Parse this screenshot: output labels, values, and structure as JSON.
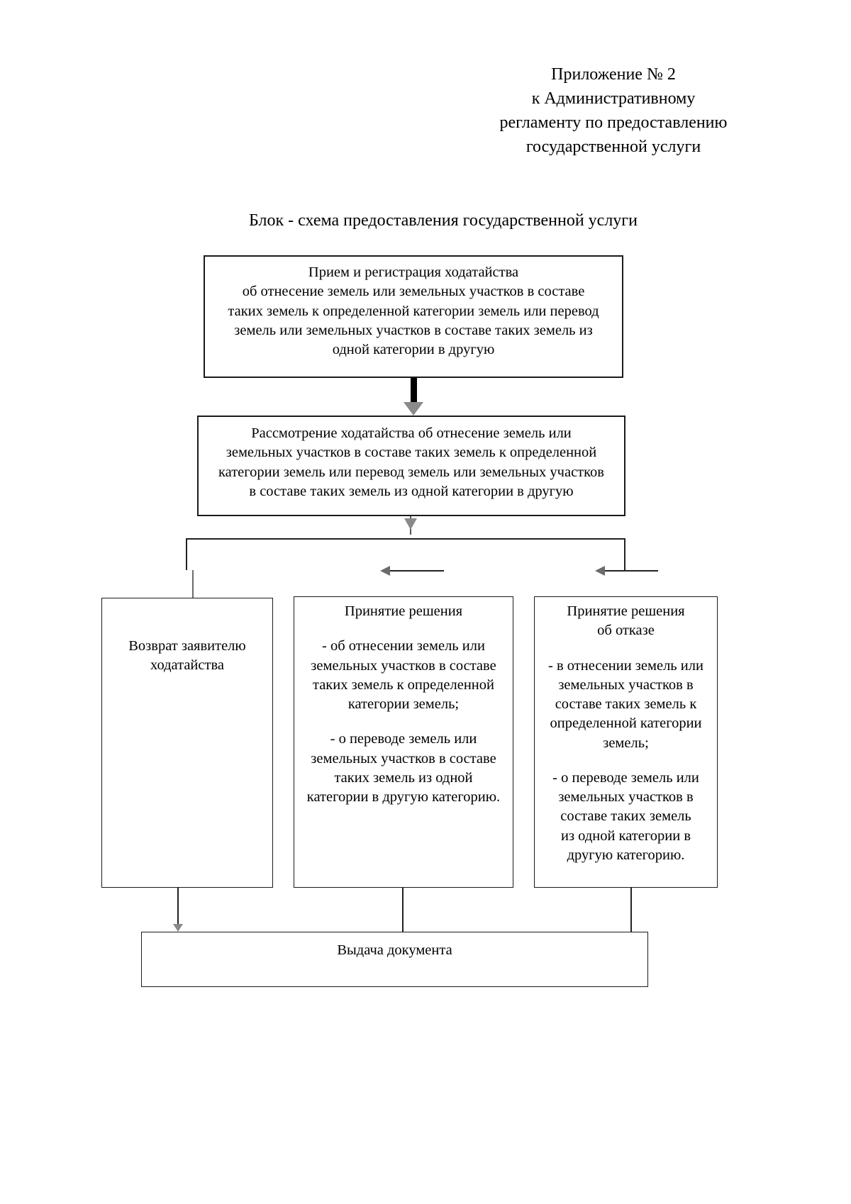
{
  "header": {
    "lines": [
      "Приложение № 2",
      "к Административному",
      "регламенту по предоставлению",
      "государственной услуги"
    ]
  },
  "diagram": {
    "title": "Блок - схема предоставления государственной услуги",
    "nodes": {
      "intake": {
        "name": "Прием и регистрация ходатайства",
        "lines": [
          "Прием и регистрация ходатайства",
          "об отнесение земель или земельных участков в составе",
          "таких земель к определенной категории земель или перевод",
          "земель или земельных участков в составе таких земель из",
          "одной категории в другую"
        ]
      },
      "review": {
        "name": "Рассмотрение ходатайства",
        "lines": [
          "Рассмотрение ходатайства об отнесение земель или",
          "земельных участков в составе таких земель к определенной",
          "категории земель или перевод земель или земельных участков",
          "в составе таких земель из одной категории в другую"
        ]
      },
      "return": {
        "name": "Возврат заявителю ходатайства",
        "lines": [
          "Возврат заявителю",
          "ходатайства"
        ]
      },
      "decision": {
        "name": "Принятие решения",
        "heading": [
          "Принятие решения"
        ],
        "body_first": [
          "- об отнесении земель или",
          "земельных участков в составе",
          "таких земель к определенной",
          "категории земель;"
        ],
        "body_second": [
          "- о переводе земель или",
          "земельных участков в составе",
          "таких земель из одной",
          "категории в другую категорию."
        ]
      },
      "refusal": {
        "name": "Принятие решения об отказе",
        "heading": [
          "Принятие решения",
          "об отказе"
        ],
        "body_first": [
          "- в отнесении земель или",
          "земельных участков в",
          "составе таких земель к",
          "определенной категории",
          "земель;"
        ],
        "body_second": [
          "- о переводе земель или",
          "земельных участков в",
          "составе таких земель",
          "из одной категории в",
          "другую категорию."
        ]
      },
      "issue": {
        "name": "Выдача документа",
        "lines": [
          "Выдача документа"
        ]
      }
    }
  },
  "chart_data": {
    "type": "diagram",
    "title": "Блок - схема предоставления государственной услуги",
    "orientation": "top-to-bottom",
    "nodes": [
      {
        "id": "intake",
        "label": "Прием и регистрация ходатайства об отнесение земель или земельных участков в составе таких земель к определенной категории земель или перевод земель или земельных участков в составе таких земель из одной категории в другую"
      },
      {
        "id": "review",
        "label": "Рассмотрение ходатайства об отнесение земель или земельных участков в составе таких земель к определенной категории земель или перевод земель или земельных участков в составе таких земель из одной категории в другую"
      },
      {
        "id": "return",
        "label": "Возврат заявителю ходатайства"
      },
      {
        "id": "decision",
        "label": "Принятие решения - об отнесении земель или земельных участков в составе таких земель к определенной категории земель; - о переводе земель или земельных участков в составе таких земель из одной категории в другую категорию."
      },
      {
        "id": "refusal",
        "label": "Принятие решения об отказе - в отнесении земель или земельных участков в составе таких земель к определенной категории земель; - о переводе земель или земельных участков в составе таких земель из одной категории в другую категорию."
      },
      {
        "id": "issue",
        "label": "Выдача документа"
      }
    ],
    "edges": [
      {
        "from": "intake",
        "to": "review",
        "style": "thick-arrow"
      },
      {
        "from": "review",
        "to": "branch-bus",
        "style": "arrow"
      },
      {
        "from": "branch-bus",
        "to": "return",
        "style": "arrow"
      },
      {
        "from": "branch-bus",
        "to": "decision",
        "style": "arrow"
      },
      {
        "from": "branch-bus",
        "to": "refusal",
        "style": "arrow"
      },
      {
        "from": "return",
        "to": "issue",
        "style": "arrow"
      },
      {
        "from": "decision",
        "to": "issue",
        "style": "line"
      },
      {
        "from": "refusal",
        "to": "issue",
        "style": "arrow"
      }
    ]
  }
}
